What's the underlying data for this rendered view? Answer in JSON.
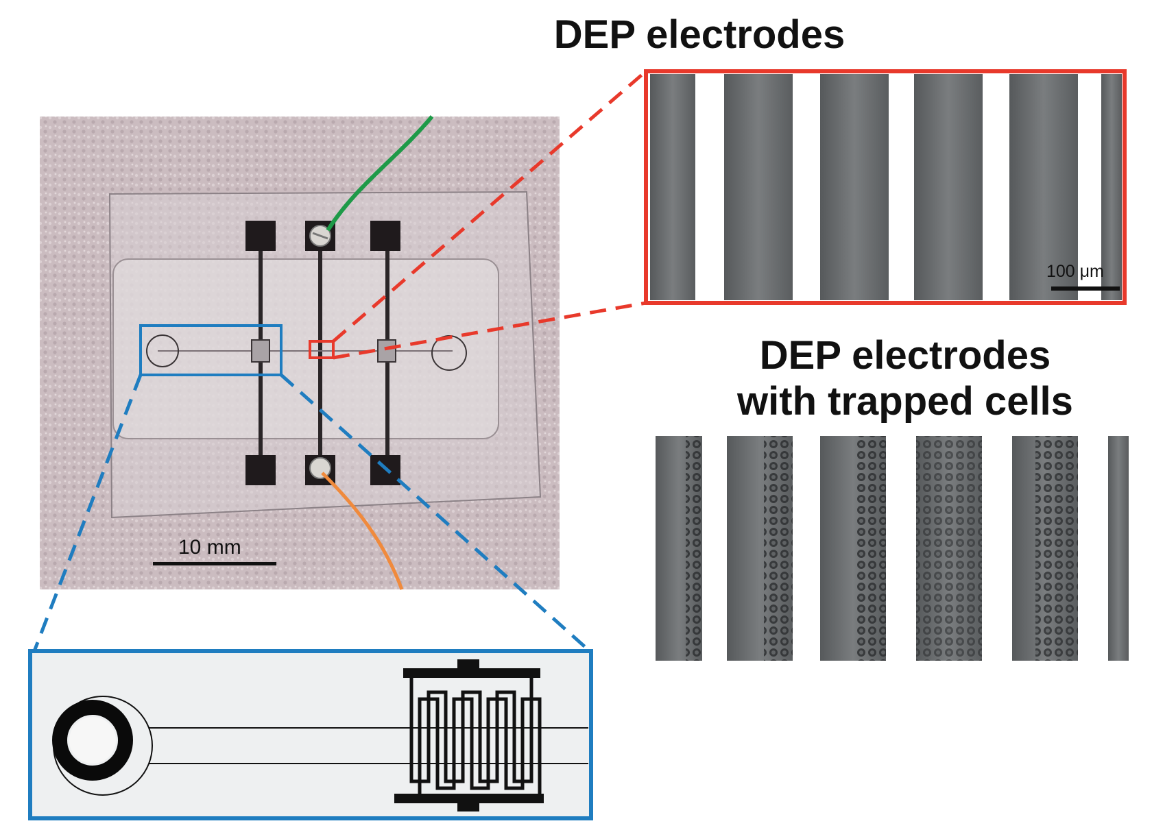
{
  "labels": {
    "dep_electrodes": "DEP electrodes",
    "dep_trapped_line1": "DEP electrodes",
    "dep_trapped_line2": "with trapped cells",
    "scale_photo": "10 mm",
    "scale_micro": "100 μm"
  },
  "colors": {
    "background": "#ffffff",
    "photo_backdrop": "#c9b8bc",
    "red_frame": "#e8392b",
    "blue_frame": "#1f7dc0",
    "electrode_gray": "#6b6e70",
    "wire_green": "#1e9a48",
    "wire_orange": "#f08a3c"
  }
}
